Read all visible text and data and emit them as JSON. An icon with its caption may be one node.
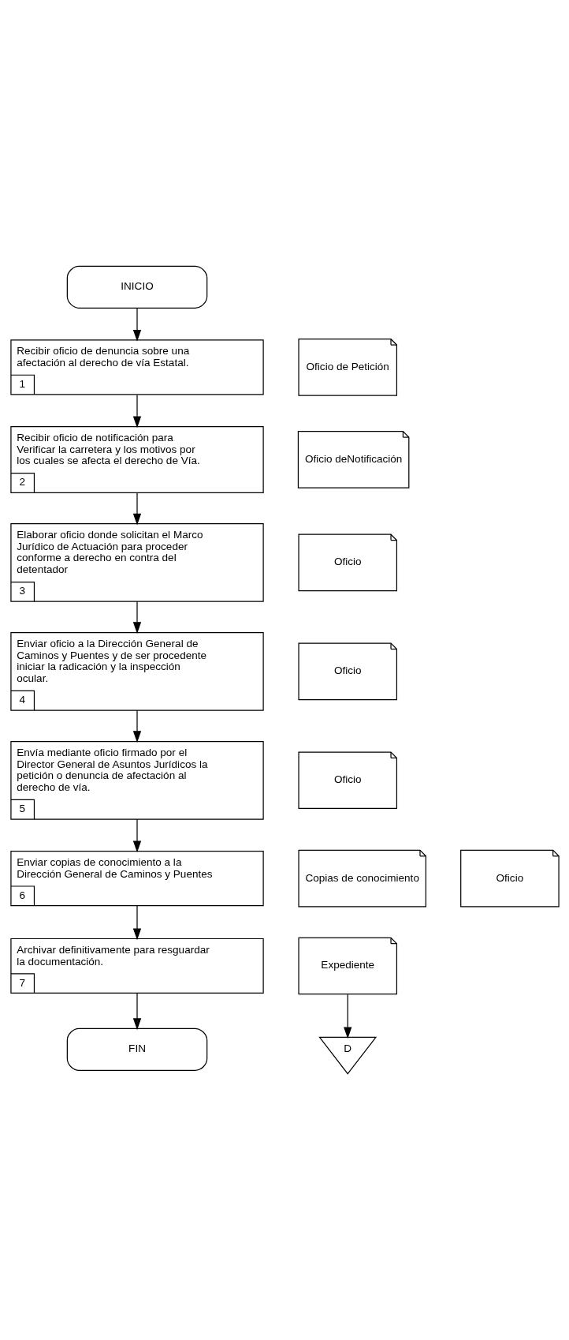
{
  "diagram": {
    "nodes": [
      {
        "text": [
          "INICIO"
        ]
      },
      {
        "text": [
          "Recibir oficio de denuncia sobre una afectación al derecho de vía Estatal.",
          "1"
        ]
      },
      {
        "text": [
          "Oficio de Petición"
        ]
      },
      {
        "text": [
          "Recibir oficio de notificación para Verificar la carretera y los motivos por los cuales se afecta el derecho de Vía.",
          "2"
        ]
      },
      {
        "text": [
          "Oficio deNotificación"
        ]
      },
      {
        "text": [
          "Elaborar oficio donde solicitan el Marco Jurídico de Actuación para proceder conforme a derecho en contra del detentador",
          "3"
        ]
      },
      {
        "text": [
          "Oficio"
        ]
      },
      {
        "text": [
          "Enviar oficio a la Dirección General de Caminos y Puentes y de ser procedente iniciar la radicación y la inspección ocular.",
          "4"
        ]
      },
      {
        "text": [
          "Oficio"
        ]
      },
      {
        "text": [
          "Envía mediante oficio firmado por el Director General de Asuntos Jurídicos la petición o denuncia de afectación al derecho de vía.",
          "5"
        ]
      },
      {
        "text": [
          "Oficio"
        ]
      },
      {
        "text": [
          "Enviar copias de conocimiento a la Dirección General de Caminos y Puentes",
          "6"
        ]
      },
      {
        "text": [
          "Copias de conocimiento"
        ]
      },
      {
        "text": [
          "Oficio"
        ]
      },
      {
        "text": [
          "Archivar definitivamente para resguardar la documentación.",
          "7"
        ]
      },
      {
        "text": [
          "Expediente"
        ]
      },
      {
        "text": [
          "FIN"
        ]
      },
      {
        "text": [
          "D"
        ]
      }
    ],
    "edges": [
      {
        "from": 0,
        "to": 1,
        "arrow": "to"
      },
      {
        "from": 1,
        "to": 3,
        "arrow": "to"
      },
      {
        "from": 3,
        "to": 5,
        "arrow": "to"
      },
      {
        "from": 5,
        "to": 7,
        "arrow": "to"
      },
      {
        "from": 7,
        "to": 9,
        "arrow": "to"
      },
      {
        "from": 9,
        "to": 11,
        "arrow": "to"
      },
      {
        "from": 11,
        "to": 14,
        "arrow": "to"
      },
      {
        "from": 14,
        "to": 16,
        "arrow": "to"
      },
      {
        "from": 15,
        "to": 17,
        "arrow": "to"
      }
    ]
  }
}
